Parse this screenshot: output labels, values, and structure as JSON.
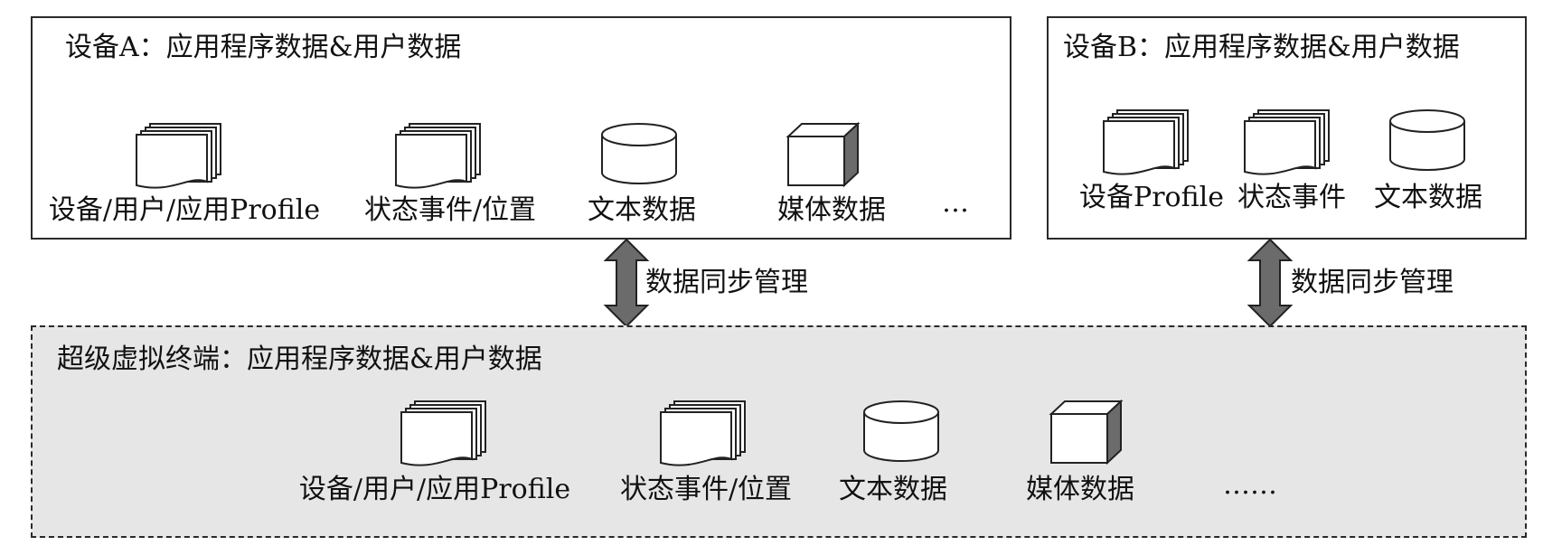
{
  "device_a": {
    "title": "设备A：应用程序数据&用户数据",
    "items": [
      "设备/用户/应用Profile",
      "状态事件/位置",
      "文本数据",
      "媒体数据"
    ],
    "ellipsis": "…"
  },
  "device_b": {
    "title": "设备B：应用程序数据&用户数据",
    "items": [
      "设备Profile",
      "状态事件",
      "文本数据"
    ]
  },
  "sync": {
    "label_a": "数据同步管理",
    "label_b": "数据同步管理"
  },
  "super_terminal": {
    "title": "超级虚拟终端：应用程序数据&用户数据",
    "items": [
      "设备/用户/应用Profile",
      "状态事件/位置",
      "文本数据",
      "媒体数据"
    ],
    "ellipsis": "……"
  },
  "icons": {
    "profile": "stacked-document-icon",
    "state": "stacked-document-icon",
    "text": "database-cylinder-icon",
    "media": "cube-icon"
  },
  "colors": {
    "arrow_fill": "#6b6b6b",
    "super_terminal_bg": "#e6e6e6",
    "border": "#2a2a2a"
  }
}
